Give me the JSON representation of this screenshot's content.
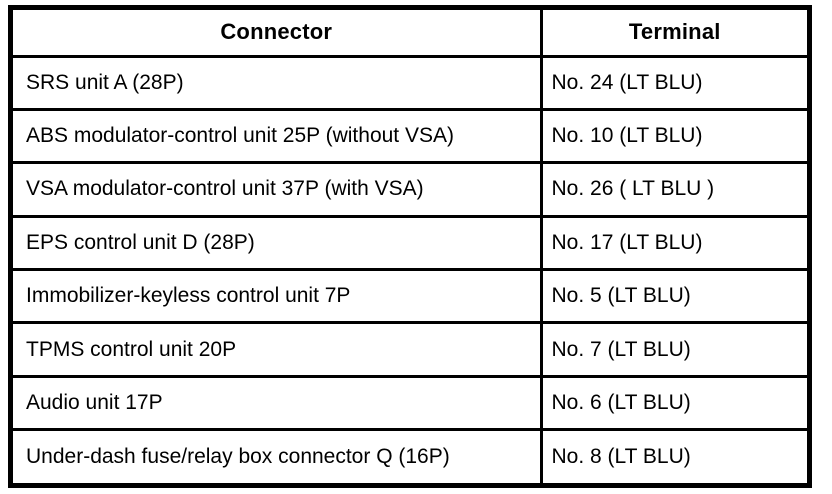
{
  "colors": {
    "background": "#ffffff",
    "border": "#000000",
    "text": "#000000"
  },
  "table": {
    "headers": {
      "connector": "Connector",
      "terminal": "Terminal"
    },
    "rows": [
      {
        "connector": "SRS unit A (28P)",
        "terminal": "No. 24 (LT BLU)"
      },
      {
        "connector": "ABS modulator-control unit 25P (without VSA)",
        "terminal": "No. 10 (LT BLU)"
      },
      {
        "connector": "VSA modulator-control unit 37P (with VSA)",
        "terminal": "No. 26 ( LT BLU )"
      },
      {
        "connector": "EPS control unit D (28P)",
        "terminal": "No. 17 (LT BLU)"
      },
      {
        "connector": "Immobilizer-keyless control unit 7P",
        "terminal": "No. 5 (LT BLU)"
      },
      {
        "connector": "TPMS control unit 20P",
        "terminal": "No. 7 (LT BLU)"
      },
      {
        "connector": "Audio unit 17P",
        "terminal": "No. 6 (LT BLU)"
      },
      {
        "connector": "Under-dash fuse/relay box connector Q (16P)",
        "terminal": "No. 8 (LT BLU)"
      }
    ]
  }
}
